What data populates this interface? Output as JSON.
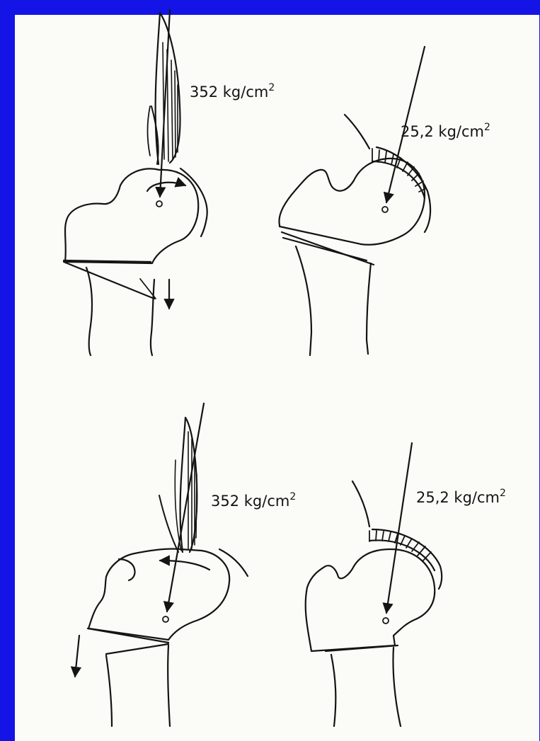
{
  "background_color": "#1414e6",
  "paper_color": "#fbfbf7",
  "ink_color": "#141414",
  "labels": {
    "top_left": {
      "value": "352 kg/cm",
      "exponent": "2"
    },
    "top_right": {
      "value": "25,2 kg/cm",
      "exponent": "2"
    },
    "bottom_left": {
      "value": "352 kg/cm",
      "exponent": "2"
    },
    "bottom_right": {
      "value": "25,2 kg/cm",
      "exponent": "2"
    }
  }
}
